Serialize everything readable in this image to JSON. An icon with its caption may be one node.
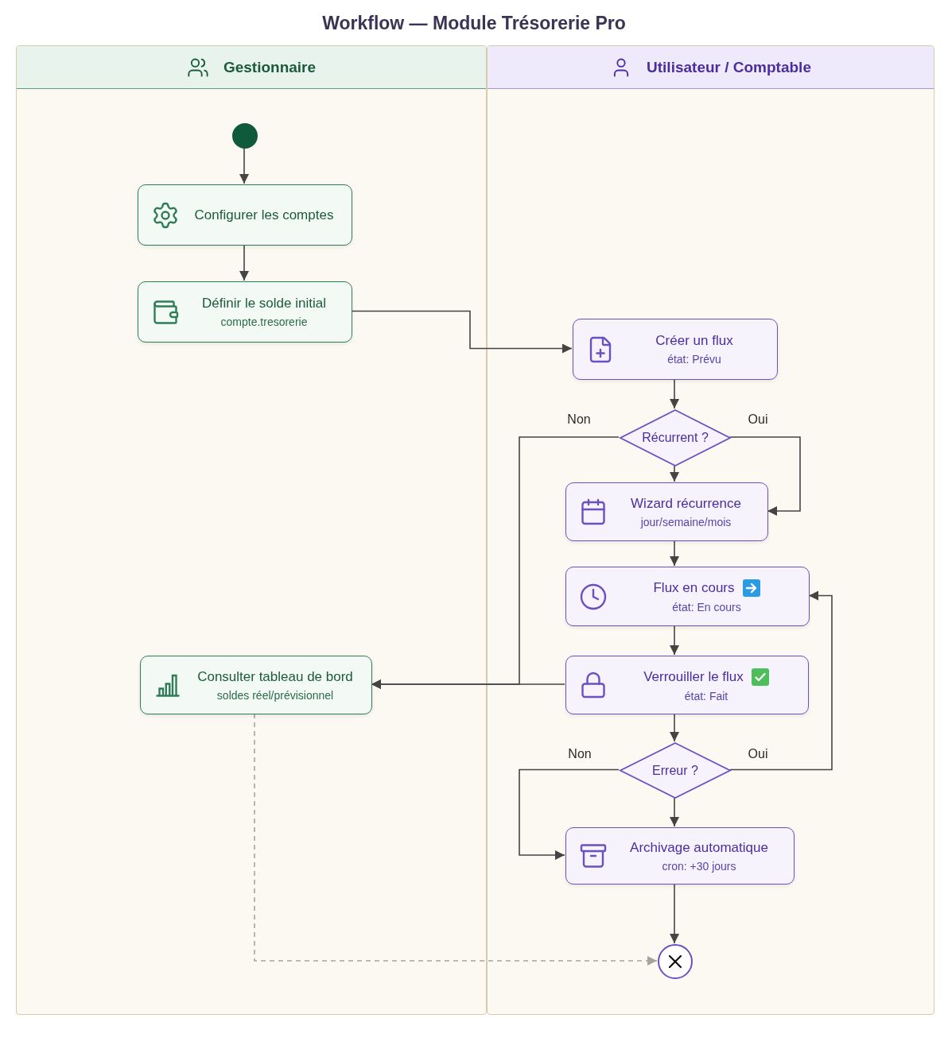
{
  "diagram": {
    "title": "Workflow — Module Trésorerie Pro",
    "nodes": [
      {
        "text": [
          "Gestionnaire"
        ]
      },
      {
        "text": [
          "Utilisateur / Comptable"
        ]
      },
      {
        "text": [],
        "shape": "circle",
        "in": 0
      },
      {
        "text": [
          "Configurer les comptes"
        ],
        "in": 0
      },
      {
        "text": [
          "Définir le solde initial",
          "compte.tresorerie"
        ],
        "in": 0
      },
      {
        "text": [
          "Créer un flux",
          "état: Prévu"
        ],
        "in": 1
      },
      {
        "text": [
          "Récurrent ?"
        ],
        "in": 1
      },
      {
        "text": [
          "Wizard récurrence",
          "jour/semaine/mois"
        ],
        "in": 1
      },
      {
        "text": [
          "Flux en cours",
          "état: En cours"
        ],
        "in": 1
      },
      {
        "text": [
          "Consulter tableau de bord",
          "soldes réel/prévisionnel"
        ],
        "in": 0
      },
      {
        "text": [
          "Verrouiller le flux",
          "état: Fait"
        ],
        "in": 1
      },
      {
        "text": [
          "Erreur ?"
        ],
        "in": 1
      },
      {
        "text": [
          "Archivage automatique",
          "cron: +30 jours"
        ],
        "in": 1
      },
      {
        "text": [],
        "shape": "circle",
        "in": 1
      }
    ],
    "edges": [
      {
        "from": 2,
        "to": 3,
        "arrow": "to"
      },
      {
        "from": 3,
        "to": 4,
        "arrow": "to"
      },
      {
        "from": 4,
        "to": 5,
        "arrow": "to"
      },
      {
        "from": 5,
        "to": 6,
        "arrow": "to"
      },
      {
        "from": 6,
        "to": 7,
        "arrow": "to"
      },
      {
        "from": 6,
        "to": 7,
        "arrow": "to",
        "label": "Oui"
      },
      {
        "from": 6,
        "to": 9,
        "arrow": "to",
        "label": "Non"
      },
      {
        "from": 7,
        "to": 8,
        "arrow": "to"
      },
      {
        "from": 8,
        "to": 10,
        "arrow": "to"
      },
      {
        "from": 10,
        "to": 9,
        "arrow": "to"
      },
      {
        "from": 10,
        "to": 11,
        "arrow": "to"
      },
      {
        "from": 11,
        "to": 12,
        "arrow": "to"
      },
      {
        "from": 11,
        "to": 12,
        "arrow": "to",
        "label": "Non"
      },
      {
        "from": 11,
        "to": 8,
        "arrow": "to",
        "label": "Oui"
      },
      {
        "from": 12,
        "to": 13,
        "arrow": "to"
      },
      {
        "from": 9,
        "to": 13,
        "arrow": "to",
        "style": "dashed",
        "color": "#a8a39a"
      }
    ]
  }
}
